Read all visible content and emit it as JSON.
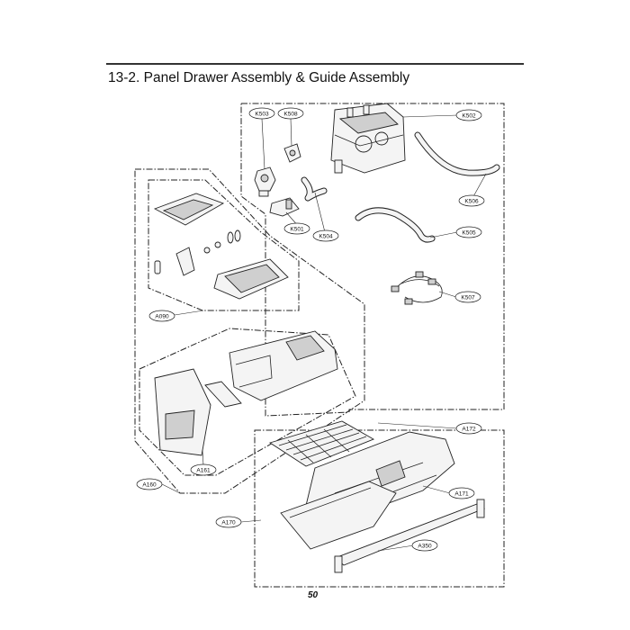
{
  "title": "13-2. Panel Drawer Assembly & Guide Assembly",
  "page_number": "50",
  "callouts": [
    "K503",
    "K508",
    "K502",
    "K506",
    "K501",
    "K504",
    "K505",
    "K507",
    "A090",
    "A172",
    "A171",
    "A161",
    "A160",
    "A170",
    "A350"
  ]
}
